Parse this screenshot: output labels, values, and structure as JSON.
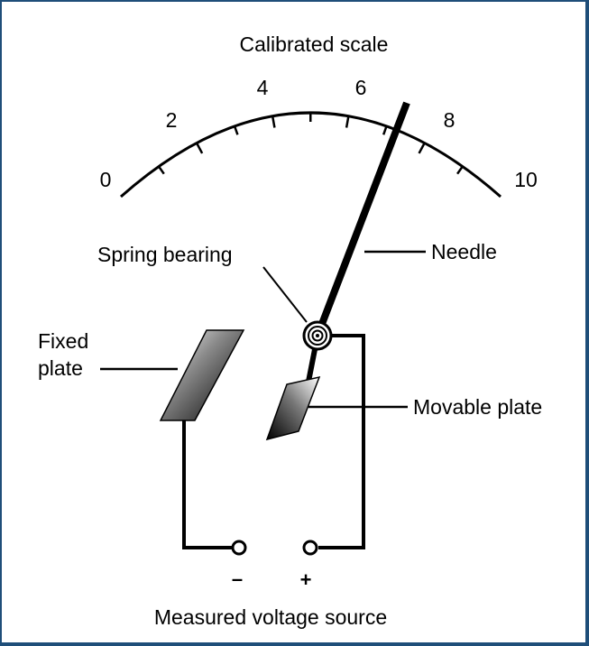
{
  "labels": {
    "title": "Calibrated scale",
    "spring_bearing": "Spring bearing",
    "needle": "Needle",
    "fixed_plate_line1": "Fixed",
    "fixed_plate_line2": "plate",
    "movable_plate": "Movable plate",
    "minus": "–",
    "plus": "+",
    "source": "Measured voltage source"
  },
  "scale": {
    "min": 0,
    "max": 10,
    "tick_labels": [
      "0",
      "2",
      "4",
      "6",
      "8",
      "10"
    ],
    "needle_value": 7
  },
  "colors": {
    "frame": "#1f4e79",
    "ink": "#000000",
    "plate_light": "#ffffff",
    "plate_dark": "#000000"
  }
}
